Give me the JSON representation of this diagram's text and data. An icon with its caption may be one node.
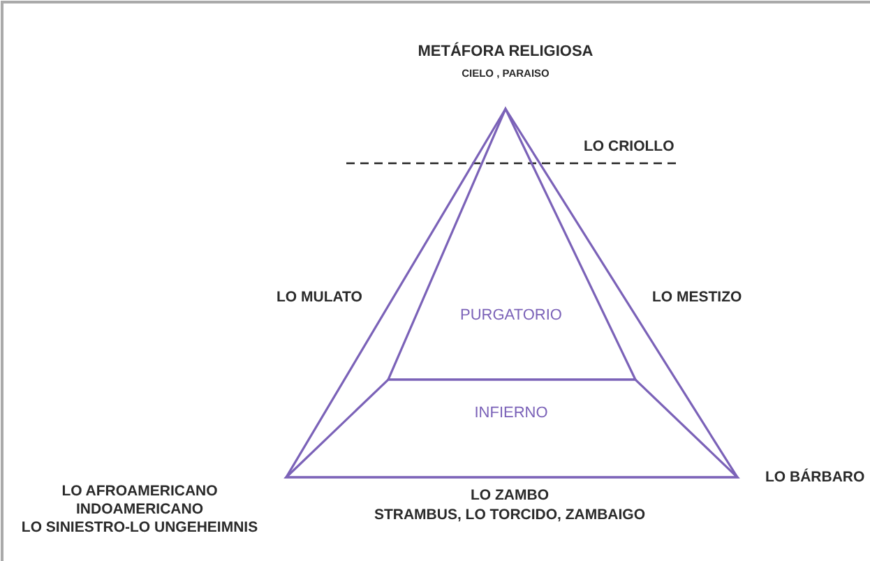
{
  "diagram": {
    "nodes": [
      {
        "text": [
          "PURGATORIO"
        ]
      },
      {
        "text": [
          "INFIERNO"
        ]
      }
    ],
    "edges": [],
    "labels": [
      "METÁFORA RELIGIOSA",
      "CIELO , PARAISO",
      "LO CRIOLLO",
      "LO MULATO",
      "LO MESTIZO",
      "LO AFROAMERICANO",
      "INDOAMERICANO",
      "LO SINIESTRO-LO UNGEHEIMNIS",
      "LO BÁRBARO",
      "LO ZAMBO",
      "STRAMBUS, LO TORCIDO, ZAMBAIGO"
    ]
  }
}
